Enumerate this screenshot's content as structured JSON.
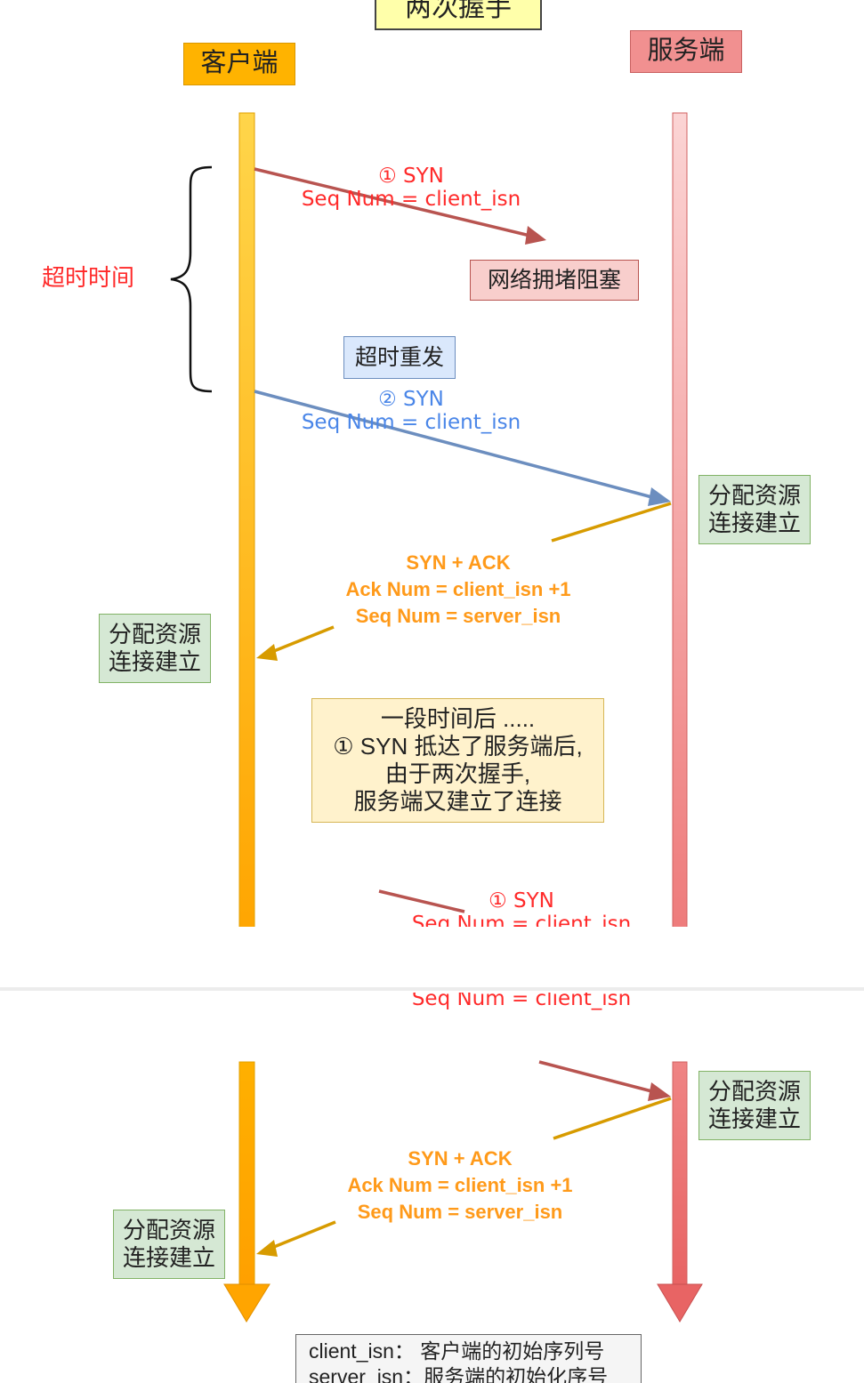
{
  "title": "两次握手",
  "client_label": "客户端",
  "server_label": "服务端",
  "timeout_label": "超时时间",
  "congestion_label": "网络拥堵阻塞",
  "retransmit_label": "超时重发",
  "messages": {
    "syn1": {
      "line1": "① SYN",
      "line2": "Seq Num = client_isn"
    },
    "syn2": {
      "line1": "② SYN",
      "line2": "Seq Num = client_isn"
    },
    "synack": {
      "line1": "SYN + ACK",
      "line2": "Ack Num =  client_isn +1",
      "line3": "Seq Num = server_isn"
    }
  },
  "allocate_resource": {
    "line1": "分配资源",
    "line2": "连接建立"
  },
  "note": {
    "line1": "一段时间后 .....",
    "line2": "① SYN 抵达了服务端后,",
    "line3": "由于两次握手,",
    "line4": "服务端又建立了连接"
  },
  "legend": {
    "line1": "client_isn： 客户端的初始序列号",
    "line2": "server_isn：服务端的初始化序号"
  },
  "colors": {
    "client_line": "#ffb300",
    "server_line": "#f08a8a",
    "syn_lost": "#b85450",
    "syn_retry": "#6c8ebf",
    "synack": "#d79b00"
  }
}
